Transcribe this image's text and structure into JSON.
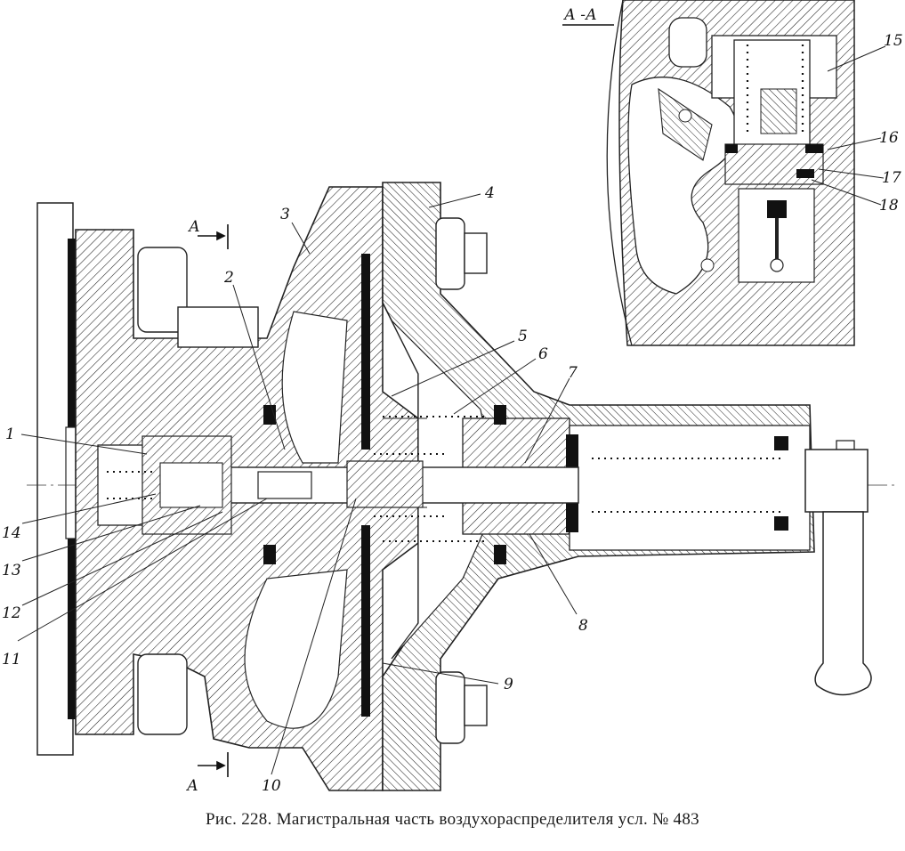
{
  "figure": {
    "caption": "Рис. 228. Магистральная часть воздухораспределителя усл. № 483",
    "section_label": "А -А",
    "section_marks": [
      "А",
      "А"
    ],
    "callouts": [
      "1",
      "2",
      "3",
      "4",
      "5",
      "6",
      "7",
      "8",
      "9",
      "10",
      "11",
      "12",
      "13",
      "14",
      "15",
      "16",
      "17",
      "18"
    ]
  }
}
